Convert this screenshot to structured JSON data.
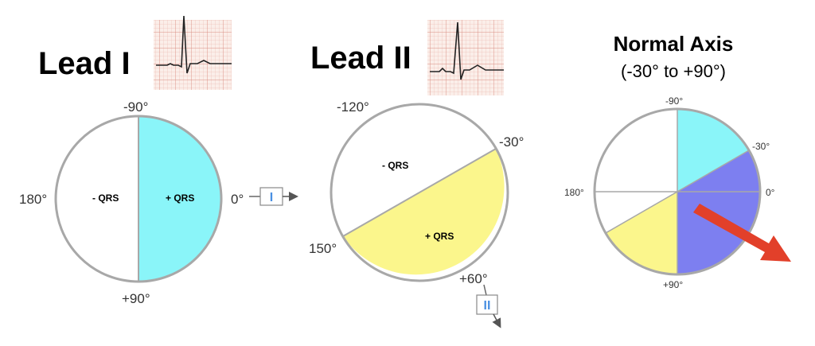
{
  "panel1": {
    "title": "Lead I",
    "labels": {
      "top": "-90°",
      "right": "0°",
      "bottom": "+90°",
      "left": "180°"
    },
    "negative": "- QRS",
    "positive": "+ QRS",
    "lead_vector": "I"
  },
  "panel2": {
    "title": "Lead II",
    "labels": {
      "top_left": "-120°",
      "top_right": "-30°",
      "bottom_left": "150°",
      "bottom_right": "+60°"
    },
    "negative": "- QRS",
    "positive": "+ QRS",
    "lead_vector": "II"
  },
  "panel3": {
    "title": "Normal Axis",
    "subtitle": "(-30° to +90°)",
    "labels": {
      "top": "-90°",
      "top_right": "-30°",
      "right": "0°",
      "left": "180°",
      "bottom": "+90°"
    }
  },
  "colors": {
    "cyan": "#8af5f9",
    "yellow": "#fbf68c",
    "blue": "#7d7ff0",
    "arrow": "#e2402a",
    "circle_stroke": "#a8a8a8"
  },
  "icons": [
    "ecg-strip-icon",
    "lead-vector-arrow-icon",
    "axis-arrow-icon"
  ]
}
